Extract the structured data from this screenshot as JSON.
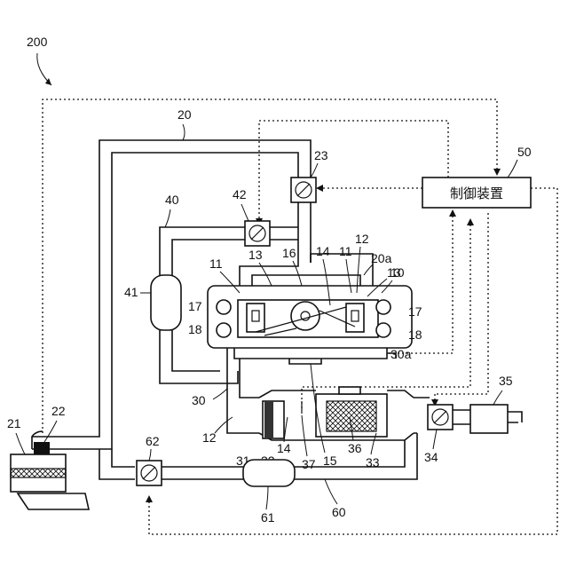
{
  "figure_ref": "200",
  "controller": {
    "ref": "50",
    "label": "制御装置"
  },
  "refs": {
    "r10": "10",
    "r11a": "11",
    "r11b": "11",
    "r12a": "12",
    "r12b": "12",
    "r13a": "13",
    "r13b": "13",
    "r14a": "14",
    "r14b": "14",
    "r15": "15",
    "r16": "16",
    "r17a": "17",
    "r17b": "17",
    "r18a": "18",
    "r18b": "18",
    "r20": "20",
    "r20a": "20a",
    "r21": "21",
    "r22": "22",
    "r23": "23",
    "r30": "30",
    "r30a": "30a",
    "r31": "31",
    "r32": "32",
    "r33": "33",
    "r34": "34",
    "r35": "35",
    "r36": "36",
    "r37": "37",
    "r40": "40",
    "r41": "41",
    "r42": "42",
    "r60": "60",
    "r61": "61",
    "r62": "62"
  }
}
